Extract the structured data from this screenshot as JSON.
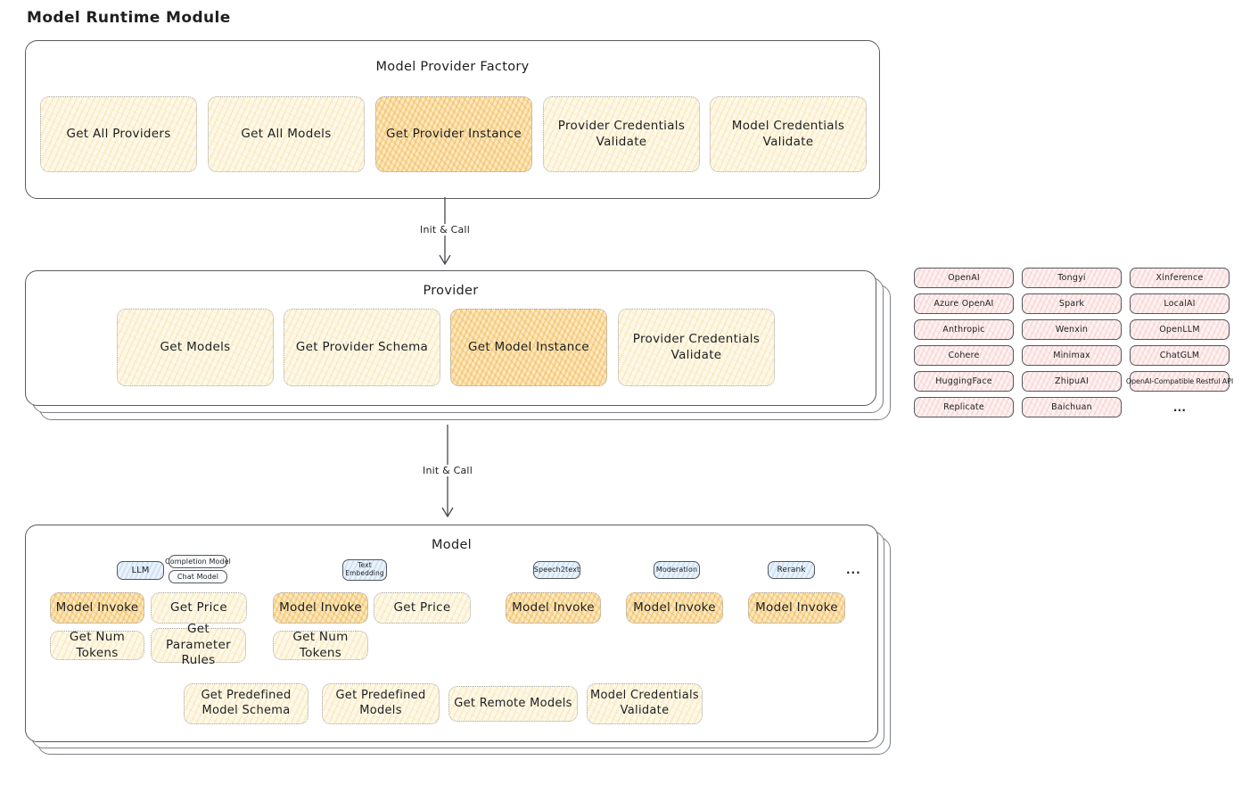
{
  "title": "Model Runtime Module",
  "arrows": {
    "factory_to_provider": "Init & Call",
    "provider_to_model": "Init & Call"
  },
  "factory": {
    "title": "Model Provider Factory",
    "boxes": [
      {
        "label": "Get All Providers",
        "highlight": false
      },
      {
        "label": "Get All Models",
        "highlight": false
      },
      {
        "label": "Get Provider Instance",
        "highlight": true
      },
      {
        "label": "Provider Credentials Validate",
        "highlight": false
      },
      {
        "label": "Model Credentials Validate",
        "highlight": false
      }
    ]
  },
  "provider": {
    "title": "Provider",
    "boxes": [
      {
        "label": "Get Models",
        "highlight": false
      },
      {
        "label": "Get Provider Schema",
        "highlight": false
      },
      {
        "label": "Get Model Instance",
        "highlight": true
      },
      {
        "label": "Provider Credentials Validate",
        "highlight": false
      }
    ]
  },
  "providers_grid": {
    "columns": [
      [
        "OpenAI",
        "Azure OpenAI",
        "Anthropic",
        "Cohere",
        "HuggingFace",
        "Replicate"
      ],
      [
        "Tongyi",
        "Spark",
        "Wenxin",
        "Minimax",
        "ZhipuAI",
        "Baichuan"
      ],
      [
        "Xinference",
        "LocalAI",
        "OpenLLM",
        "ChatGLM",
        "OpenAI-Compatible Restful API",
        "..."
      ]
    ]
  },
  "model": {
    "title": "Model",
    "tags": {
      "llm": "LLM",
      "completion_model": "Completion Model",
      "chat_model": "Chat Model",
      "text_embedding": "Text Embedding",
      "speech2text": "Speech2text",
      "moderation": "Moderation",
      "rerank": "Rerank",
      "ellipsis": "..."
    },
    "invoke_row": [
      "Model Invoke",
      "Get Price",
      "Model Invoke",
      "Get Price",
      "Model Invoke",
      "Model Invoke",
      "Model Invoke"
    ],
    "row2": [
      "Get Num Tokens",
      "Get Parameter Rules",
      "Get Num Tokens"
    ],
    "row3": [
      "Get Predefined Model Schema",
      "Get Predefined Models",
      "Get Remote Models",
      "Model Credentials Validate"
    ]
  },
  "colors": {
    "cream_fill": "#fdf8e8",
    "cream_hatch": "#f3cb6b",
    "orange_fill": "#fbeac2",
    "orange_hatch": "#f2a632",
    "pink_fill": "#fdf1f1",
    "pink_hatch": "#eb8282",
    "blue_fill": "#e9f2fb",
    "blue_hatch": "#78aad7",
    "dotted_border": "#a3a7ac",
    "solid_border": "#54585e",
    "ink": "#1d1f21"
  }
}
